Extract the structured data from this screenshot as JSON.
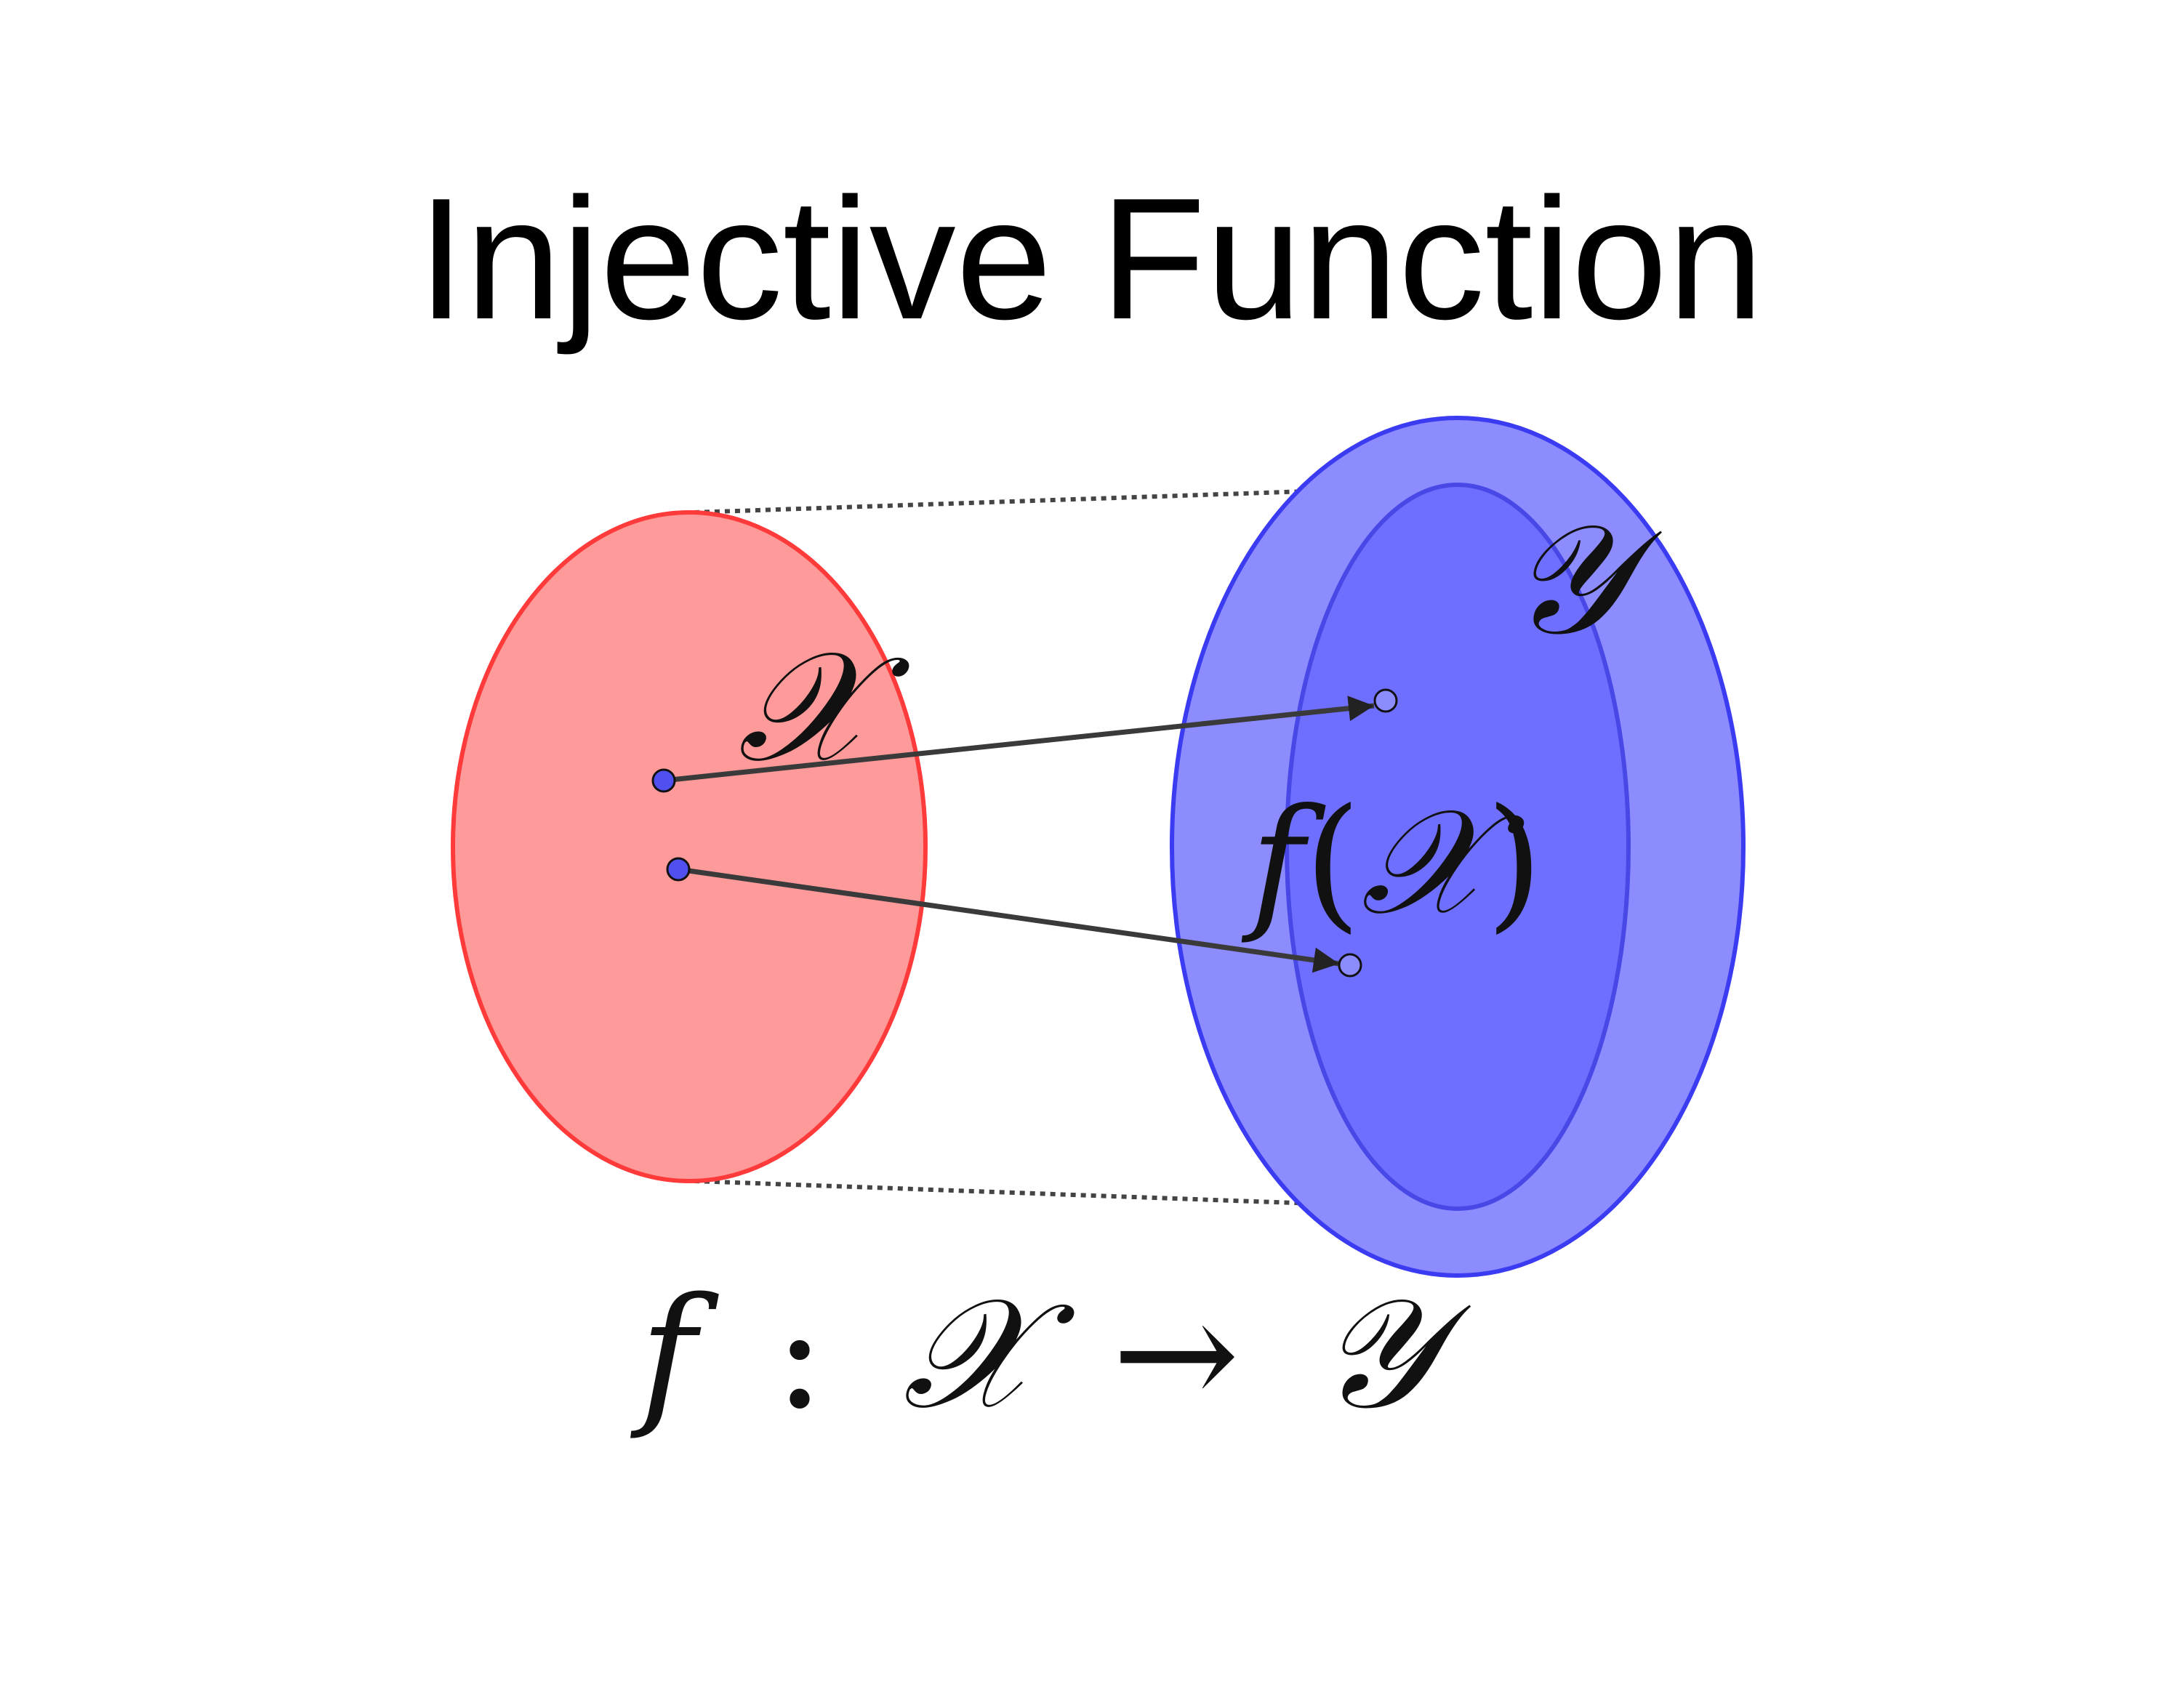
{
  "title": "Injective Function",
  "labels": {
    "domain_set": "𝒳",
    "codomain_set": "𝒴",
    "image_set": {
      "f": "f",
      "open": "(",
      "set": "𝒳",
      "close": ")"
    },
    "mapping": {
      "f": "f",
      "colon": ":",
      "domain": "𝒳",
      "arrow": "→",
      "codomain": "𝒴"
    }
  },
  "colors": {
    "domain_fill": "#ff9a9a",
    "domain_stroke": "#ff3a3a",
    "codomain_fill": "#8c8cff",
    "codomain_stroke": "#3b3bf2",
    "image_fill": "#6f6fff",
    "image_stroke": "#4848e6",
    "arrow": "#3a3a3a",
    "point": "#5050f0"
  }
}
